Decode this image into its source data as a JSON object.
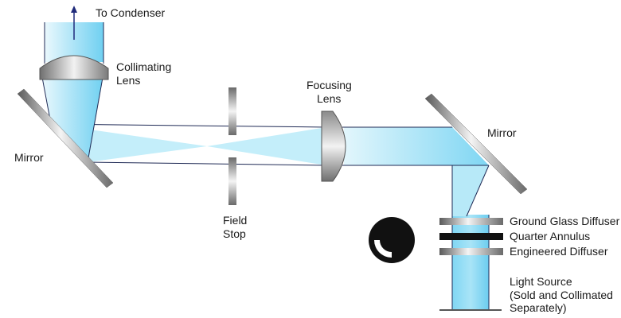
{
  "diagram": {
    "labels": {
      "to_condenser": "To Condenser",
      "collimating_lens": [
        "Collimating",
        "Lens"
      ],
      "mirror_left": "Mirror",
      "field_stop": [
        "Field",
        "Stop"
      ],
      "focusing_lens": [
        "Focusing",
        "Lens"
      ],
      "mirror_right": "Mirror",
      "ground_glass_diffuser": "Ground Glass Diffuser",
      "quarter_annulus": "Quarter Annulus",
      "engineered_diffuser": "Engineered Diffuser",
      "light_source": [
        "Light Source",
        "(Sold and Collimated",
        "Separately)"
      ]
    },
    "colors": {
      "beam_light": "#d8f2fb",
      "beam": "#8fd9f3",
      "beam_dark": "#4cc1ea",
      "outline": "#1f2a55",
      "optic_gray": "#9a9a9a",
      "optic_dark": "#555555",
      "arrow": "#1f2a7a",
      "annulus": "#111111"
    }
  }
}
